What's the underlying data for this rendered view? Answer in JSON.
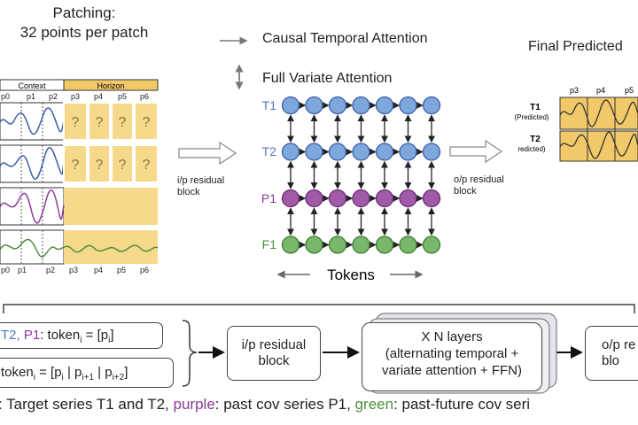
{
  "patching": {
    "title_line1": "Patching:",
    "title_line2": "32 points per patch",
    "context_label": "Context",
    "horizon_label": "Horizon",
    "top_ticks": [
      "p0",
      "p1",
      "p2",
      "p3",
      "p4",
      "p5",
      "p6"
    ],
    "bottom_ticks": [
      "p0",
      "p1",
      "p2",
      "p3",
      "p4",
      "p5",
      "p6"
    ],
    "unknown_mark": "?"
  },
  "legend_top": {
    "causal": "Causal Temporal Attention",
    "full": "Full Variate Attention"
  },
  "grid": {
    "rows": [
      {
        "label": "T1",
        "kind": "target"
      },
      {
        "label": "T2",
        "kind": "target"
      },
      {
        "label": "P1",
        "kind": "past_cov"
      },
      {
        "label": "F1",
        "kind": "future_cov"
      }
    ],
    "columns": 7,
    "tokens_label": "Tokens"
  },
  "arrows_mid": {
    "left_label": "i/p residual block",
    "right_label": "o/p residual block"
  },
  "final": {
    "title": "Final Predicted",
    "ticks": [
      "p3",
      "p4",
      "p5"
    ],
    "rows": [
      {
        "name": "T1",
        "sub": "(Predicted)"
      },
      {
        "name": "T2",
        "sub": "redicted)"
      }
    ]
  },
  "bottom": {
    "token_line1_prefix": "T2, ",
    "token_line1_p1": "P1",
    "token_line1_rest": ": token",
    "token_line2": "token",
    "ip_block": "i/p residual block",
    "layers_title": "X N layers",
    "layers_sub1": "(alternating temporal +",
    "layers_sub2": "variate attention + FFN)",
    "op_block": "o/p re blo",
    "caption_a": ": Target series T1 and T2, ",
    "caption_purple": "purple",
    "caption_b": ": past cov series P1, ",
    "caption_green": "green",
    "caption_c": ": past-future cov seri"
  },
  "colors": {
    "target": "#7ea7dc",
    "past_cov": "#a05aa8",
    "future_cov": "#79b86b",
    "horizon": "#f6d98a",
    "text_blue": "#4a78c0",
    "text_purple": "#8a3c96",
    "text_green": "#4c8f3e"
  }
}
